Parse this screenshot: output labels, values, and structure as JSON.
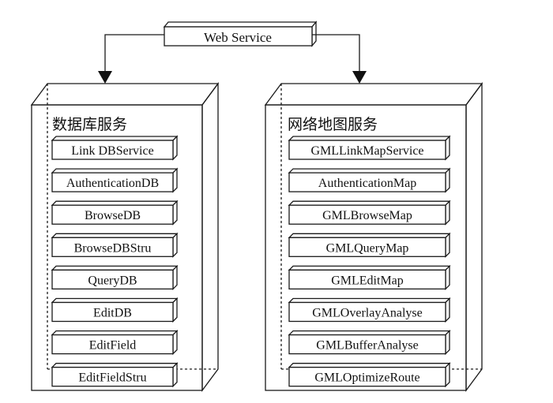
{
  "root": {
    "label": "Web Service"
  },
  "groups": [
    {
      "title": "数据库服务",
      "items": [
        "Link DBService",
        "AuthenticationDB",
        "BrowseDB",
        "BrowseDBStru",
        "QueryDB",
        "EditDB",
        "EditField",
        "EditFieldStru"
      ]
    },
    {
      "title": "网络地图服务",
      "items": [
        "GMLLinkMapService",
        "AuthenticationMap",
        "GMLBrowseMap",
        "GMLQueryMap",
        "GMLEditMap",
        "GMLOverlayAnalyse",
        "GMLBufferAnalyse",
        "GMLOptimizeRoute"
      ]
    }
  ]
}
